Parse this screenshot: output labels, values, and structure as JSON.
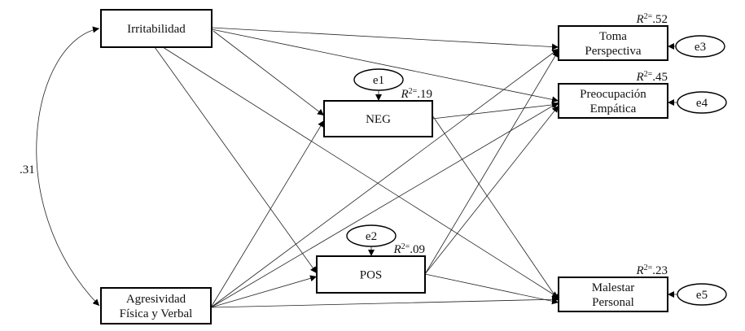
{
  "diagram": {
    "type": "path-model",
    "exogenous": [
      {
        "id": "irr",
        "lines": [
          "Irritabilidad"
        ]
      },
      {
        "id": "agr",
        "lines": [
          "Agresividad",
          "Física y Verbal"
        ]
      }
    ],
    "mediators": [
      {
        "id": "neg",
        "lines": [
          "NEG"
        ],
        "error": "e1",
        "r2_value": ".19"
      },
      {
        "id": "pos",
        "lines": [
          "POS"
        ],
        "error": "e2",
        "r2_value": ".09"
      }
    ],
    "outcomes": [
      {
        "id": "tp",
        "lines": [
          "Toma",
          "Perspectiva"
        ],
        "error": "e3",
        "r2_value": ".52"
      },
      {
        "id": "pe",
        "lines": [
          "Preocupación",
          "Empática"
        ],
        "error": "e4",
        "r2_value": ".45"
      },
      {
        "id": "mp",
        "lines": [
          "Malestar",
          "Personal"
        ],
        "error": "e5",
        "r2_value": ".23"
      }
    ],
    "r2_label": "R",
    "r2_sup": "2=",
    "covariance": {
      "from": "irr",
      "to": "agr",
      "value": ".31"
    },
    "paths": [
      [
        "irr",
        "tp"
      ],
      [
        "irr",
        "pe"
      ],
      [
        "irr",
        "neg"
      ],
      [
        "irr",
        "pos"
      ],
      [
        "irr",
        "mp"
      ],
      [
        "agr",
        "neg"
      ],
      [
        "agr",
        "pos"
      ],
      [
        "agr",
        "tp"
      ],
      [
        "agr",
        "pe"
      ],
      [
        "agr",
        "mp"
      ],
      [
        "neg",
        "pe"
      ],
      [
        "neg",
        "mp"
      ],
      [
        "pos",
        "tp"
      ],
      [
        "pos",
        "pe"
      ],
      [
        "pos",
        "mp"
      ]
    ]
  }
}
